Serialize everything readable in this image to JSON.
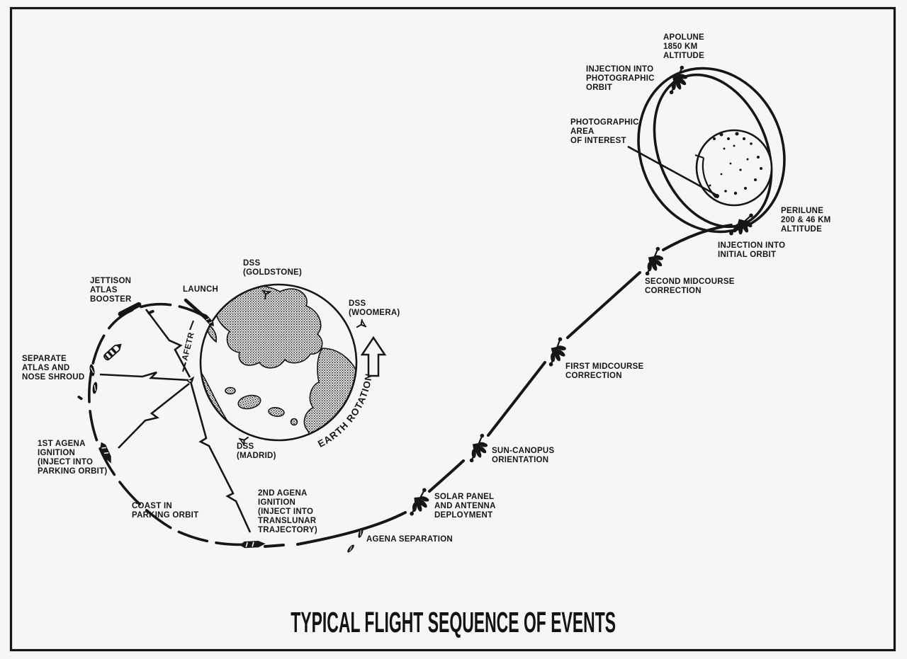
{
  "diagram": {
    "title": "TYPICAL FLIGHT SEQUENCE OF EVENTS",
    "colors": {
      "ink": "#161616",
      "paper": "#f7f6f4"
    },
    "earth": {
      "launch": "LAUNCH",
      "afetr": "AFETR",
      "rotation": "EARTH ROTATION",
      "dss_goldstone": "DSS\n(GOLDSTONE)",
      "dss_woomera": "DSS\n(WOOMERA)",
      "dss_madrid": "DSS\n(MADRID)"
    },
    "events": {
      "jettison_atlas": "JETTISON\nATLAS\nBOOSTER",
      "separate_atlas": "SEPARATE\nATLAS AND\nNOSE SHROUD",
      "agena1": "1ST AGENA\nIGNITION\n(INJECT INTO\nPARKING ORBIT)",
      "coast": "COAST IN\nPARKING ORBIT",
      "agena2": "2ND AGENA\nIGNITION\n(INJECT INTO\nTRANSLUNAR\nTRAJECTORY)",
      "agena_sep": "AGENA SEPARATION",
      "deploy": "SOLAR PANEL\nAND ANTENNA\nDEPLOYMENT",
      "sun_canopus": "SUN-CANOPUS\nORIENTATION",
      "midcourse1": "FIRST MIDCOURSE\nCORRECTION",
      "midcourse2": "SECOND MIDCOURSE\nCORRECTION",
      "inject_initial": "INJECTION INTO\nINITIAL ORBIT",
      "perilune": "PERILUNE\n200 & 46 KM\nALTITUDE",
      "apolune": "APOLUNE\n1850 KM\nALTITUDE",
      "inject_photo": "INJECTION INTO\nPHOTOGRAPHIC\nORBIT",
      "photo_area": "PHOTOGRAPHIC\nAREA\nOF INTEREST"
    }
  }
}
